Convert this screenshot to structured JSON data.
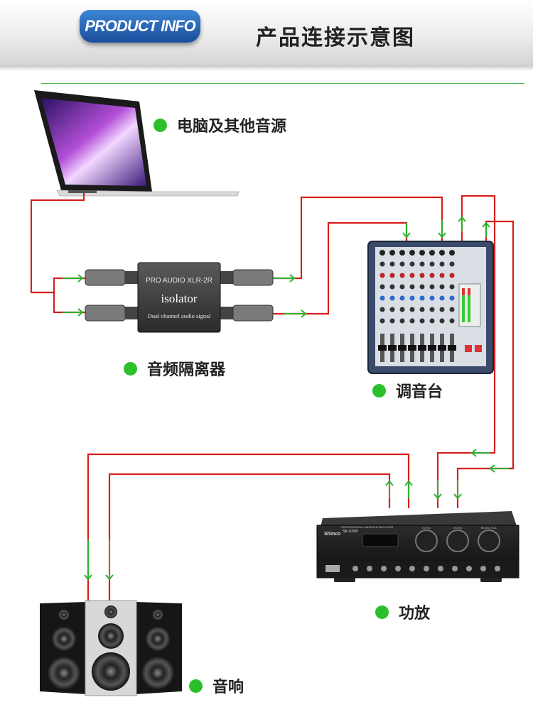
{
  "header": {
    "tab_label": "PRODUCT INFO",
    "title": "产品连接示意图"
  },
  "labels": {
    "computer": "电脑及其他音源",
    "isolator": "音频隔离器",
    "mixer": "调音台",
    "amplifier": "功放",
    "speakers": "音响"
  },
  "isolator_device": {
    "model": "PRO AUDIO XLR-2R",
    "name": "isolator",
    "desc": "Dual channel audio signal"
  },
  "amplifier_device": {
    "brand": "Shinco",
    "model": "SK-9288",
    "subtitle": "PROFESSIONAL KARAOKE AMPLIFIER",
    "knob1": "ECHO",
    "knob2": "ECHO",
    "knob3": "MUSIC VOL"
  },
  "colors": {
    "cable": "#d81e1e",
    "arrow": "#2fb02f",
    "dot": "#2bc02b",
    "accent": "#1a4d9a"
  }
}
